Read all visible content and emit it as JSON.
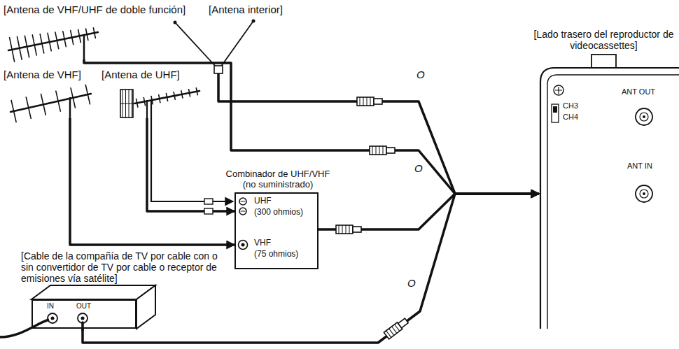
{
  "diagram": {
    "nodes": [
      {
        "text": [
          "[Antena de VHF/UHF de doble función]"
        ]
      },
      {
        "text": [
          "[Antena interior]"
        ]
      },
      {
        "text": [
          "[Antena de VHF]"
        ]
      },
      {
        "text": [
          "[Antena de UHF]"
        ]
      },
      {
        "text": [
          "Combinador de UHF/VHF (no suministrado)",
          "UHF",
          "(300 ohmios)",
          "VHF",
          "(75 ohmios)"
        ]
      },
      {
        "text": [
          "[Cable de la compañía de TV por cable con o sin convertidor de TV por cable o receptor de emisiones vía satélite]",
          "IN",
          "OUT"
        ]
      },
      {
        "text": [
          "[Lado trasero del reproductor de videocassettes]",
          "CH3",
          "CH4",
          "ANT OUT",
          "ANT IN"
        ]
      }
    ],
    "edges": [
      {
        "from": 2,
        "to": 4,
        "arrow": "to"
      },
      {
        "from": 3,
        "to": 4,
        "arrow": "to"
      },
      {
        "from": 0,
        "to": 6,
        "arrow": "to"
      },
      {
        "from": 1,
        "to": 6,
        "arrow": "to"
      },
      {
        "from": 4,
        "to": 6,
        "arrow": "to"
      },
      {
        "from": 5,
        "to": 6,
        "arrow": "to"
      }
    ],
    "labels": [
      "O",
      "O",
      "O"
    ]
  }
}
